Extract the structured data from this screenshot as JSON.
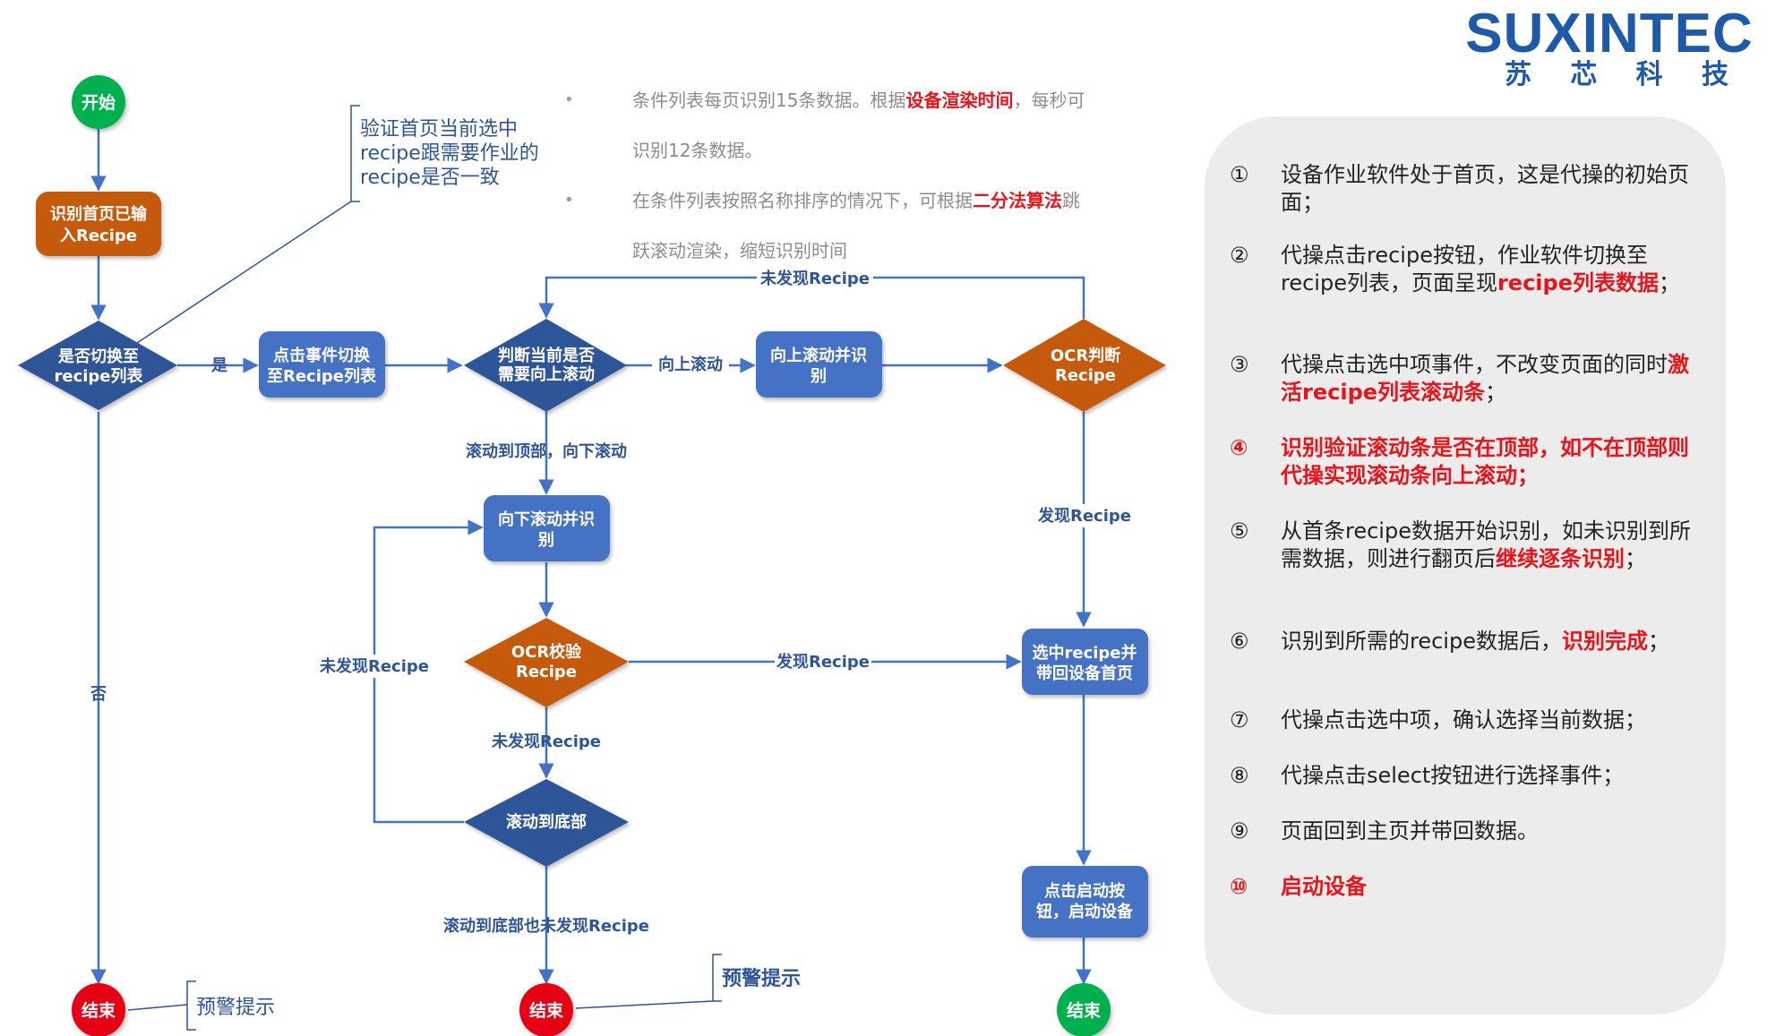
{
  "logo": {
    "main": "SUXINTEC",
    "sub": [
      "苏",
      "芯",
      "科",
      "技"
    ]
  },
  "notes": {
    "bullet": "•",
    "items": [
      {
        "parts": [
          {
            "text": "条件列表每页识别15条数据。根据",
            "red": false
          },
          {
            "text": "设备渲染时间",
            "red": true
          },
          {
            "text": "，每秒可",
            "red": false
          }
        ]
      },
      {
        "parts": [
          {
            "text": "识别12条数据。",
            "red": false
          }
        ],
        "continuation": true
      },
      {
        "parts": [
          {
            "text": "在条件列表按照名称排序的情况下，可根据",
            "red": false
          },
          {
            "text": "二分法算法",
            "red": true
          },
          {
            "text": "跳",
            "red": false
          }
        ]
      },
      {
        "parts": [
          {
            "text": "跃滚动渲染，缩短识别时间",
            "red": false
          }
        ],
        "continuation": true
      }
    ]
  },
  "flowchart": {
    "nodes": {
      "start": "开始",
      "detect_home": [
        "识别首页已输",
        "入Recipe"
      ],
      "is_switch": [
        "是否切换至",
        "recipe列表"
      ],
      "click_switch": [
        "点击事件切换",
        "至Recipe列表"
      ],
      "need_up": [
        "判断当前是否",
        "需要向上滚动"
      ],
      "scroll_up": [
        "向上滚动并识",
        "别"
      ],
      "ocr_judge": [
        "OCR判断",
        "Recipe"
      ],
      "scroll_down": [
        "向下滚动并识",
        "别"
      ],
      "ocr_verify": [
        "OCR校验",
        "Recipe"
      ],
      "select_return": [
        "选中recipe并",
        "带回设备首页"
      ],
      "scroll_bottom": "滚动到底部",
      "click_start": [
        "点击启动按",
        "钮，启动设备"
      ],
      "end_left": "结束",
      "end_mid": "结束",
      "end_right": "结束"
    },
    "edge_labels": {
      "yes": "是",
      "no": "否",
      "scroll_up": "向上滚动",
      "not_found_top": "未发现Recipe",
      "to_top_then_down": "滚动到顶部，向下滚动",
      "found_right": "发现Recipe",
      "found_mid": "发现Recipe",
      "not_found_left": "未发现Recipe",
      "not_found_below": "未发现Recipe",
      "bottom_not_found": "滚动到底部也未发现Recipe"
    },
    "callouts": {
      "verify": [
        "验证首页当前选中",
        "recipe跟需要作业的",
        "recipe是否一致"
      ],
      "warn_left": "预警提示",
      "warn_mid": "预警提示"
    }
  },
  "steps": [
    {
      "num": "①",
      "parts": [
        {
          "text": "设备作业软件处于首页，这是代操的初始页面；",
          "red": false
        }
      ]
    },
    {
      "num": "②",
      "parts": [
        {
          "text": "代操点击recipe按钮，作业软件切换至recipe列表，页面呈现",
          "red": false
        },
        {
          "text": "recipe列表数据",
          "red": true
        },
        {
          "text": "；",
          "red": false
        }
      ]
    },
    {
      "num": "③",
      "parts": [
        {
          "text": "代操点击选中项事件，不改变页面的同时",
          "red": false
        },
        {
          "text": "激活recipe列表滚动条",
          "red": true
        },
        {
          "text": "；",
          "red": false
        }
      ]
    },
    {
      "num": "④",
      "redNum": true,
      "parts": [
        {
          "text": "识别验证滚动条",
          "red": true
        },
        {
          "text": "是否在顶部，如不在顶部则代操实现滚动条向上滚动；",
          "red": false
        }
      ]
    },
    {
      "num": "⑤",
      "parts": [
        {
          "text": "从首条recipe数据开始识别，如未识别到所需数据，则进行翻页后",
          "red": false
        },
        {
          "text": "继续逐条识别",
          "red": true
        },
        {
          "text": "；",
          "red": false
        }
      ]
    },
    {
      "num": "⑥",
      "parts": [
        {
          "text": "识别到所需的recipe数据后，",
          "red": false
        },
        {
          "text": "识别完成",
          "red": true
        },
        {
          "text": "；",
          "red": false
        }
      ]
    },
    {
      "num": "⑦",
      "parts": [
        {
          "text": "代操点击选中项，确认选择当前数据；",
          "red": false
        }
      ]
    },
    {
      "num": "⑧",
      "parts": [
        {
          "text": "代操点击select按钮进行选择事件；",
          "red": false
        }
      ]
    },
    {
      "num": "⑨",
      "parts": [
        {
          "text": "页面回到主页并带回数据。",
          "red": false
        }
      ]
    },
    {
      "num": "⑩",
      "redNum": true,
      "parts": [
        {
          "text": "启动设备",
          "red": true
        }
      ]
    }
  ],
  "colors": {
    "blue_node": "#4472c4",
    "orange_node": "#c55a11",
    "diamond_blue": "#2f5597",
    "start_green": "#00b050",
    "end_red": "#e50012",
    "edge": "#4472c4",
    "edge_label": "#2f5597",
    "callout": "#2f5597",
    "highlight_red": "#e8141b",
    "logo": "#1f5aa8"
  }
}
